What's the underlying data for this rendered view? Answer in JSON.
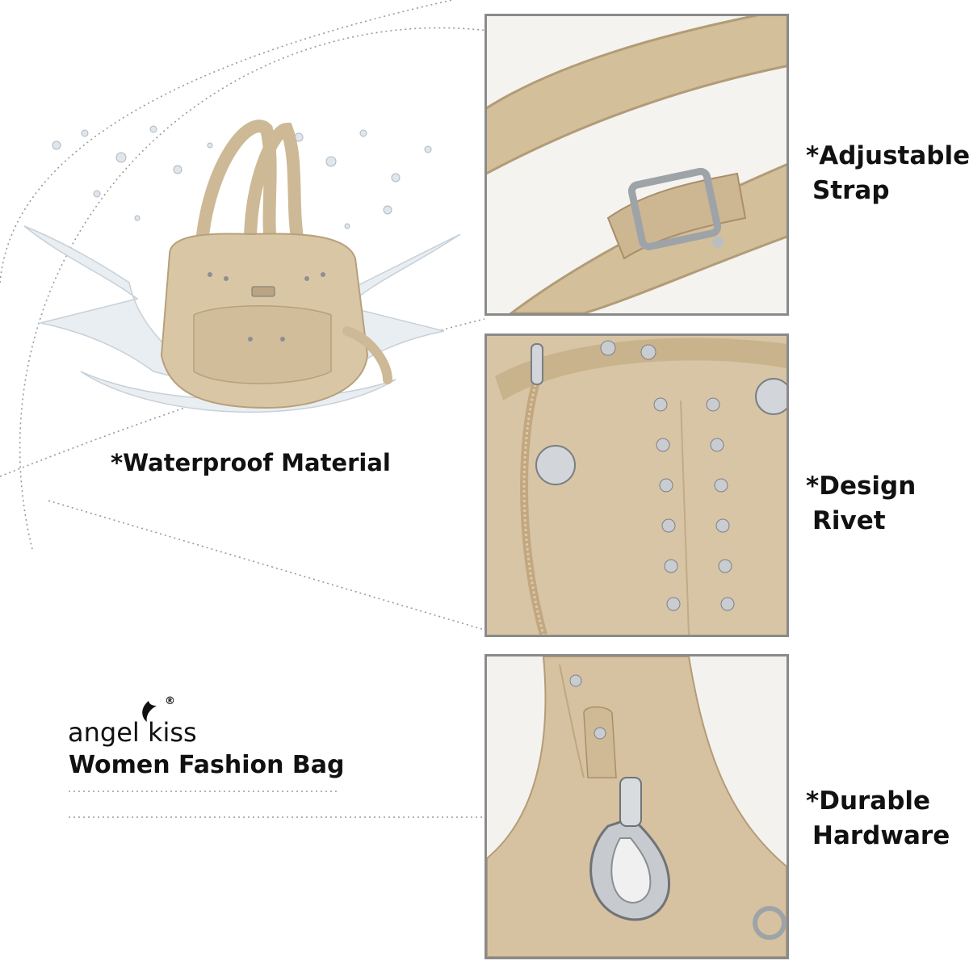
{
  "features": {
    "waterproof": "*Waterproof Material",
    "strap": [
      "*Adjustable",
      "Strap"
    ],
    "rivet": [
      "*Design",
      "Rivet"
    ],
    "hardware": [
      "*Durable",
      "Hardware"
    ]
  },
  "brand": {
    "name": "angel kiss",
    "registered_mark": "®",
    "tagline": "Women Fashion Bag"
  },
  "colors": {
    "leather": "#d6c4a6",
    "leather_dark": "#b8a27f",
    "frame": "#8a8a8a",
    "text": "#111111"
  }
}
